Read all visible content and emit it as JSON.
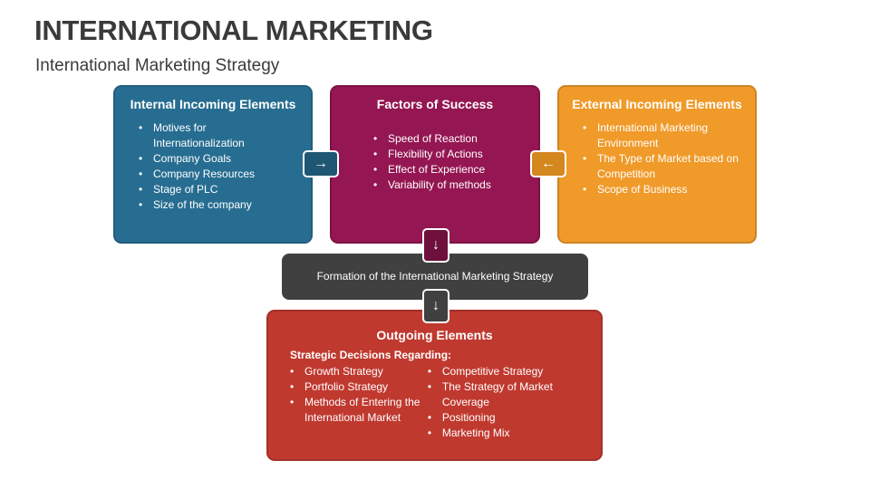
{
  "title": "INTERNATIONAL MARKETING",
  "subtitle": "International Marketing Strategy",
  "internal": {
    "heading": "Internal Incoming Elements",
    "items": [
      "Motives for Internationalization",
      "Company Goals",
      "Company Resources",
      "Stage of PLC",
      "Size of the company"
    ]
  },
  "factors": {
    "heading": "Factors of Success",
    "items": [
      "Speed of Reaction",
      "Flexibility of Actions",
      "Effect of Experience",
      "Variability of methods"
    ]
  },
  "external": {
    "heading": "External Incoming Elements",
    "items": [
      "International Marketing Environment",
      "The Type of Market based on Competition",
      "Scope of Business"
    ]
  },
  "formation": "Formation of the International Marketing Strategy",
  "outgoing": {
    "heading": "Outgoing Elements",
    "lead": "Strategic Decisions Regarding:",
    "left": [
      "Growth Strategy",
      "Portfolio Strategy",
      "Methods of Entering the International Market"
    ],
    "right": [
      "Competitive Strategy",
      "The Strategy of Market Coverage",
      "Positioning",
      "Marketing Mix"
    ]
  },
  "arrows": {
    "right": "→",
    "left": "←",
    "down": "↓"
  },
  "colors": {
    "blue": "#276d91",
    "maroon": "#941652",
    "orange": "#f09a2a",
    "gray": "#404040",
    "red": "#c0392f"
  }
}
